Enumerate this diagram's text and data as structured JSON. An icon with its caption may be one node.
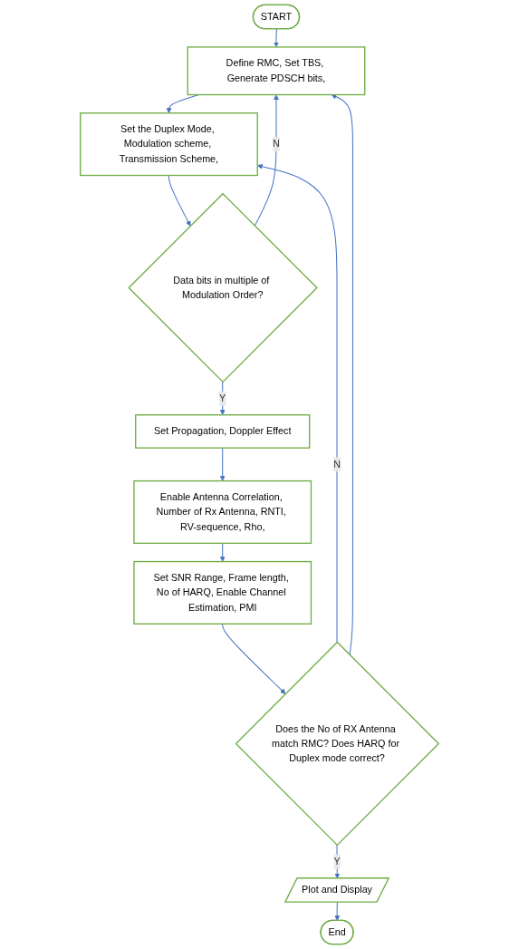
{
  "diagram": {
    "nodes": [
      {
        "text": [
          "START"
        ]
      },
      {
        "text": [
          "Define RMC, Set TBS, Generate PDSCH bits,"
        ]
      },
      {
        "text": [
          "Set the Duplex Mode, Modulation scheme, Transmission Scheme,"
        ]
      },
      {
        "text": [
          "Data bits in multiple of Modulation Order?"
        ]
      },
      {
        "text": [
          "Set Propagation, Doppler Effect"
        ]
      },
      {
        "text": [
          "Enable Antenna Correlation, Number of Rx Antenna, RNTI, RV-sequence, Rho,"
        ]
      },
      {
        "text": [
          "Set SNR Range, Frame length, No of HARQ, Enable Channel Estimation, PMI"
        ]
      },
      {
        "text": [
          "Does the No of RX Antenna match RMC? Does HARQ for Duplex mode correct?"
        ]
      },
      {
        "text": [
          "Plot and Display"
        ]
      },
      {
        "text": [
          "End"
        ]
      }
    ],
    "edges": [
      {
        "from": 0,
        "to": 1,
        "arrow": "to"
      },
      {
        "from": 1,
        "to": 2,
        "arrow": "to"
      },
      {
        "from": 2,
        "to": 3,
        "arrow": "to"
      },
      {
        "from": 3,
        "to": 4,
        "label": "Y",
        "arrow": "to"
      },
      {
        "from": 4,
        "to": 5,
        "arrow": "to"
      },
      {
        "from": 5,
        "to": 6,
        "arrow": "to"
      },
      {
        "from": 6,
        "to": 7,
        "arrow": "to"
      },
      {
        "from": 7,
        "to": 8,
        "label": "Y",
        "arrow": "to"
      },
      {
        "from": 8,
        "to": 9,
        "arrow": "to"
      },
      {
        "from": 3,
        "to": 1,
        "label": "N",
        "arrow": "to"
      },
      {
        "from": 7,
        "to": 2,
        "label": "N",
        "arrow": "to"
      },
      {
        "from": 7,
        "to": 1,
        "arrow": "to"
      }
    ]
  }
}
